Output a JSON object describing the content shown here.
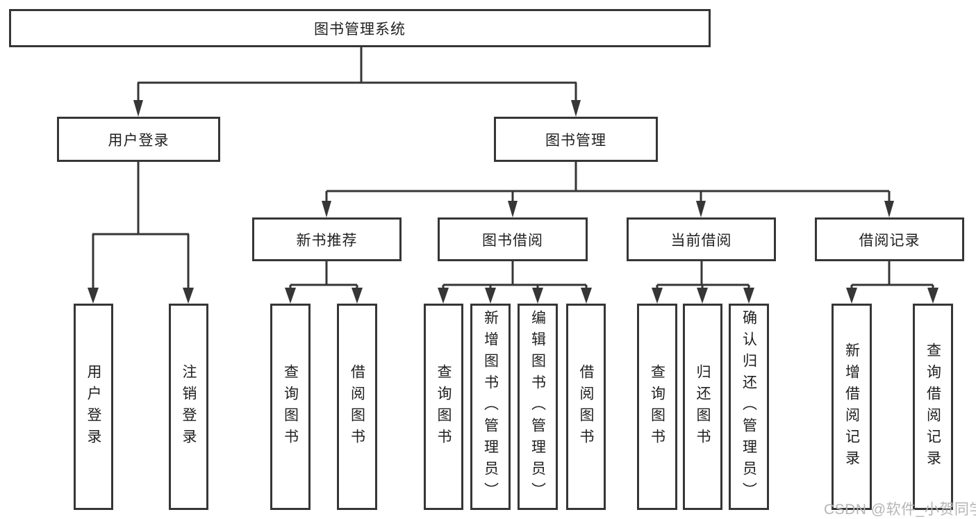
{
  "watermark": "CSDN @软件_小贺同学",
  "tree": {
    "root": {
      "label": "图书管理系统",
      "children": [
        {
          "label": "用户登录",
          "children": [
            {
              "label": "用户登录"
            },
            {
              "label": "注销登录"
            }
          ]
        },
        {
          "label": "图书管理",
          "children": [
            {
              "label": "新书推荐",
              "children": [
                {
                  "label": "查询图书"
                },
                {
                  "label": "借阅图书"
                }
              ]
            },
            {
              "label": "图书借阅",
              "children": [
                {
                  "label": "查询图书"
                },
                {
                  "label": "新增图书（管理员）"
                },
                {
                  "label": "编辑图书（管理员）"
                },
                {
                  "label": "借阅图书"
                }
              ]
            },
            {
              "label": "当前借阅",
              "children": [
                {
                  "label": "查询图书"
                },
                {
                  "label": "归还图书"
                },
                {
                  "label": "确认归还（管理员）"
                }
              ]
            },
            {
              "label": "借阅记录",
              "children": [
                {
                  "label": "新增借阅记录"
                },
                {
                  "label": "查询借阅记录"
                }
              ]
            }
          ]
        }
      ]
    }
  }
}
